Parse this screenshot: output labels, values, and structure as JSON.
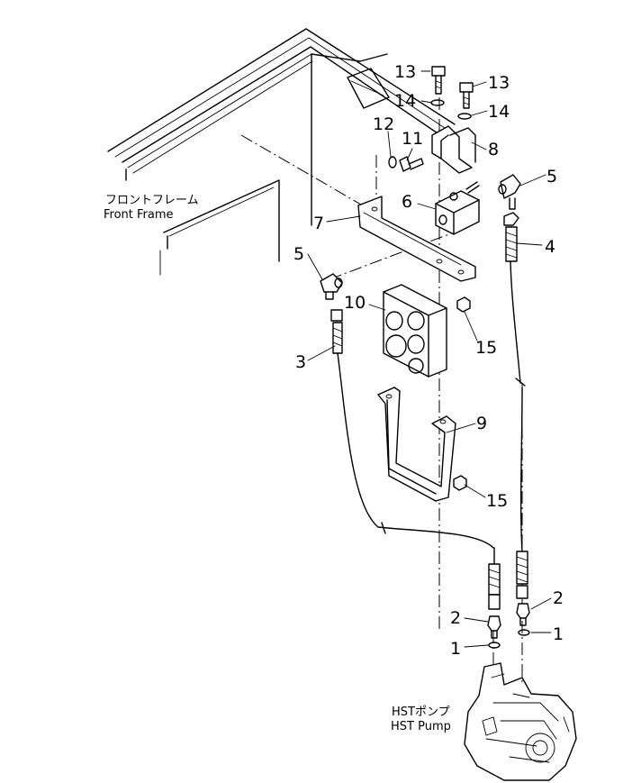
{
  "labels": {
    "front_frame_jp": "フロントフレーム",
    "front_frame_en": "Front Frame",
    "hst_pump_jp": "HSTポンプ",
    "hst_pump_en": "HST Pump"
  },
  "callouts": {
    "c13a": "13",
    "c13b": "13",
    "c14a": "14",
    "c14b": "14",
    "c12": "12",
    "c11": "11",
    "c8": "8",
    "c5a": "5",
    "c5b": "5",
    "c6": "6",
    "c7": "7",
    "c4": "4",
    "c10": "10",
    "c15a": "15",
    "c15b": "15",
    "c3": "3",
    "c9": "9",
    "c2a": "2",
    "c2b": "2",
    "c1a": "1",
    "c1b": "1"
  }
}
